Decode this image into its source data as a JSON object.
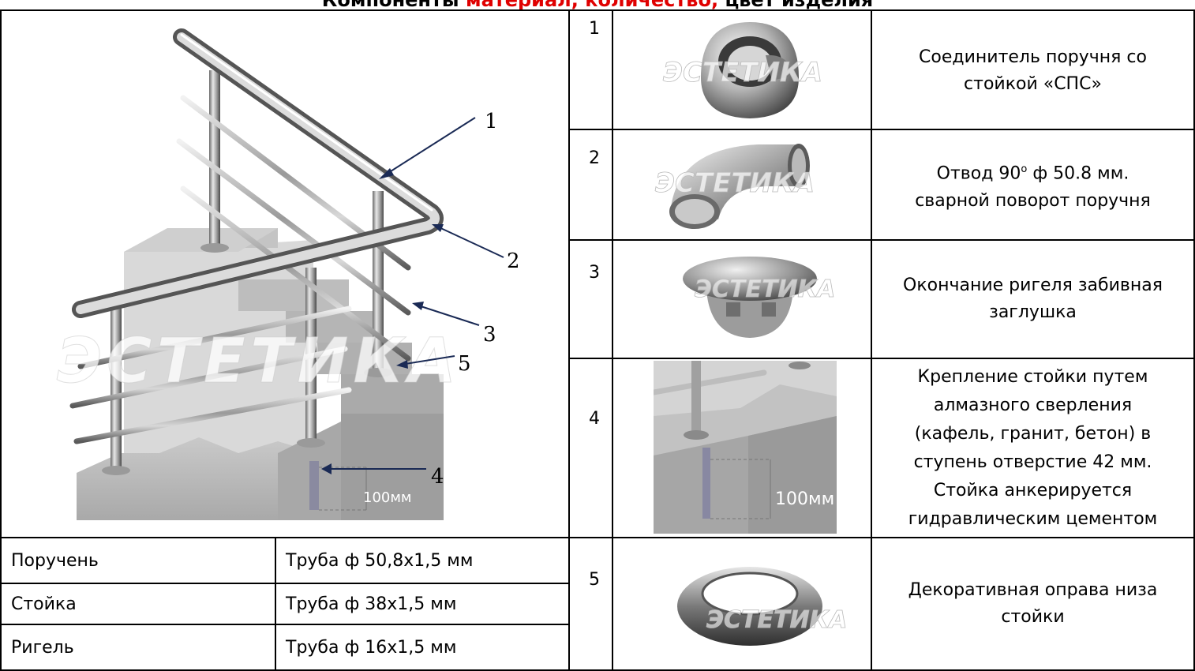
{
  "header": {
    "title_black_1": "Компоненты ",
    "title_red": "материал, количество,",
    "title_black_2": " цвет изделия"
  },
  "drawing": {
    "callouts": [
      "1",
      "2",
      "3",
      "4",
      "5"
    ],
    "dimension": "100мм",
    "watermark": "ЭСТЕТИКА"
  },
  "parts": [
    {
      "num": "1",
      "line1": "Соединитель поручня со",
      "line2": "стойкой «СПС»"
    },
    {
      "num": "2",
      "line1_pre": "Отвод 90",
      "line1_sup": "о",
      "line1_post": " ф 50.8 мм.",
      "line2": "сварной поворот поручня"
    },
    {
      "num": "3",
      "line1": "Окончание ригеля забивная",
      "line2": "заглушка"
    },
    {
      "num": "4",
      "lines": [
        "Крепление стойки путем",
        "алмазного сверления",
        "(кафель, гранит, бетон) в",
        "ступень отверстие 42 мм.",
        "Стойка анкерируется",
        "гидравлическим цементом"
      ],
      "dimension": "100мм"
    },
    {
      "num": "5",
      "line1": "Декоративная оправа низа",
      "line2": "стойки"
    }
  ],
  "specs": [
    {
      "name": "Поручень",
      "value": "Труба ф 50,8х1,5 мм"
    },
    {
      "name": "Стойка",
      "value": "Труба ф 38х1,5 мм"
    },
    {
      "name": "Ригель",
      "value": "Труба ф 16х1,5 мм"
    }
  ],
  "colors": {
    "accent_red": "#e00000",
    "border": "#000000"
  }
}
